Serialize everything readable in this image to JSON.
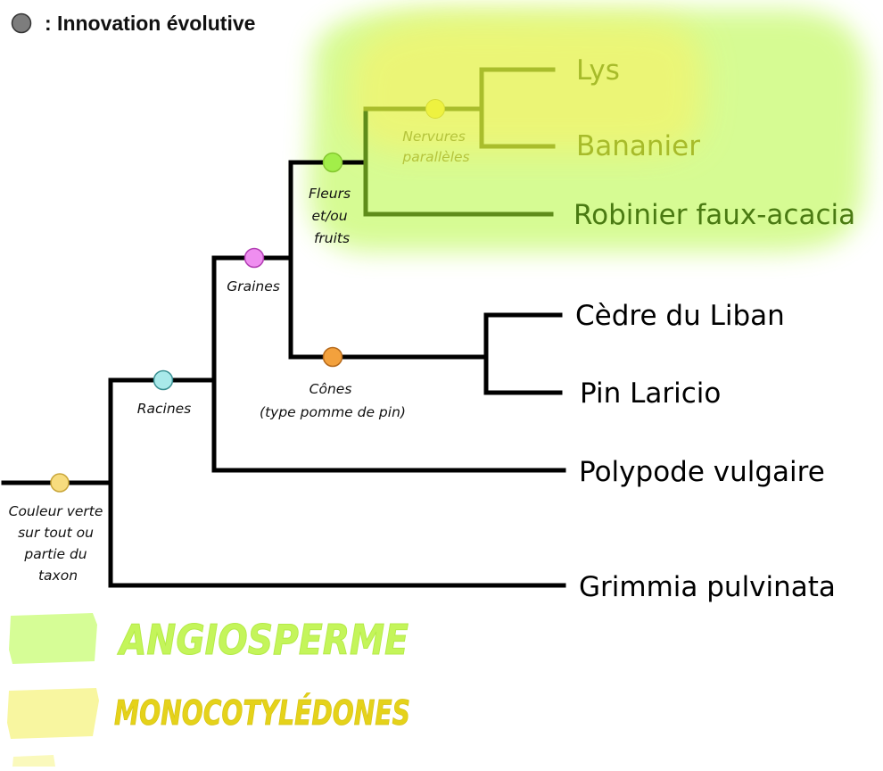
{
  "legend": {
    "marker_color": "#7d7d7d",
    "text": ": Innovation évolutive"
  },
  "taxa": {
    "lys": "Lys",
    "bananier": "Bananier",
    "robinier": "Robinier faux-acacia",
    "cedre": "Cèdre du Liban",
    "pin": "Pin Laricio",
    "polypode": "Polypode vulgaire",
    "grimmia": "Grimmia pulvinata"
  },
  "innovations": {
    "couleur": {
      "lines": [
        "Couleur verte",
        "sur tout ou",
        "partie du",
        "taxon"
      ],
      "color": "#f7dc7e"
    },
    "racines": {
      "lines": [
        "Racines"
      ],
      "color": "#a9e9ea"
    },
    "graines": {
      "lines": [
        "Graines"
      ],
      "color": "#ef8ef0"
    },
    "cones": {
      "lines": [
        "Cônes",
        "(type pomme de pin)"
      ],
      "color": "#f3a13d"
    },
    "fleurs": {
      "lines": [
        "Fleurs",
        "et/ou",
        "fruits"
      ],
      "color": "#a2ee49"
    },
    "nervures": {
      "lines": [
        "Nervures",
        "parallèles"
      ],
      "color": "#eef240"
    }
  },
  "groups": {
    "angiosperme": {
      "label": "ANGIOSPERME",
      "swatch_color": "#d6fd96",
      "text_color": "#c4f55a"
    },
    "monocotyledones": {
      "label": "MONOCOTYLÉDONES",
      "swatch_color": "#f8f6a0",
      "text_color": "#e5d21a"
    }
  },
  "colors": {
    "tree": "#000000",
    "angio_branch": "#5f8c1a",
    "mono_branch": "#a9bd2c",
    "angio_highlight": "#d4fb8e",
    "mono_highlight": "#eef573"
  }
}
